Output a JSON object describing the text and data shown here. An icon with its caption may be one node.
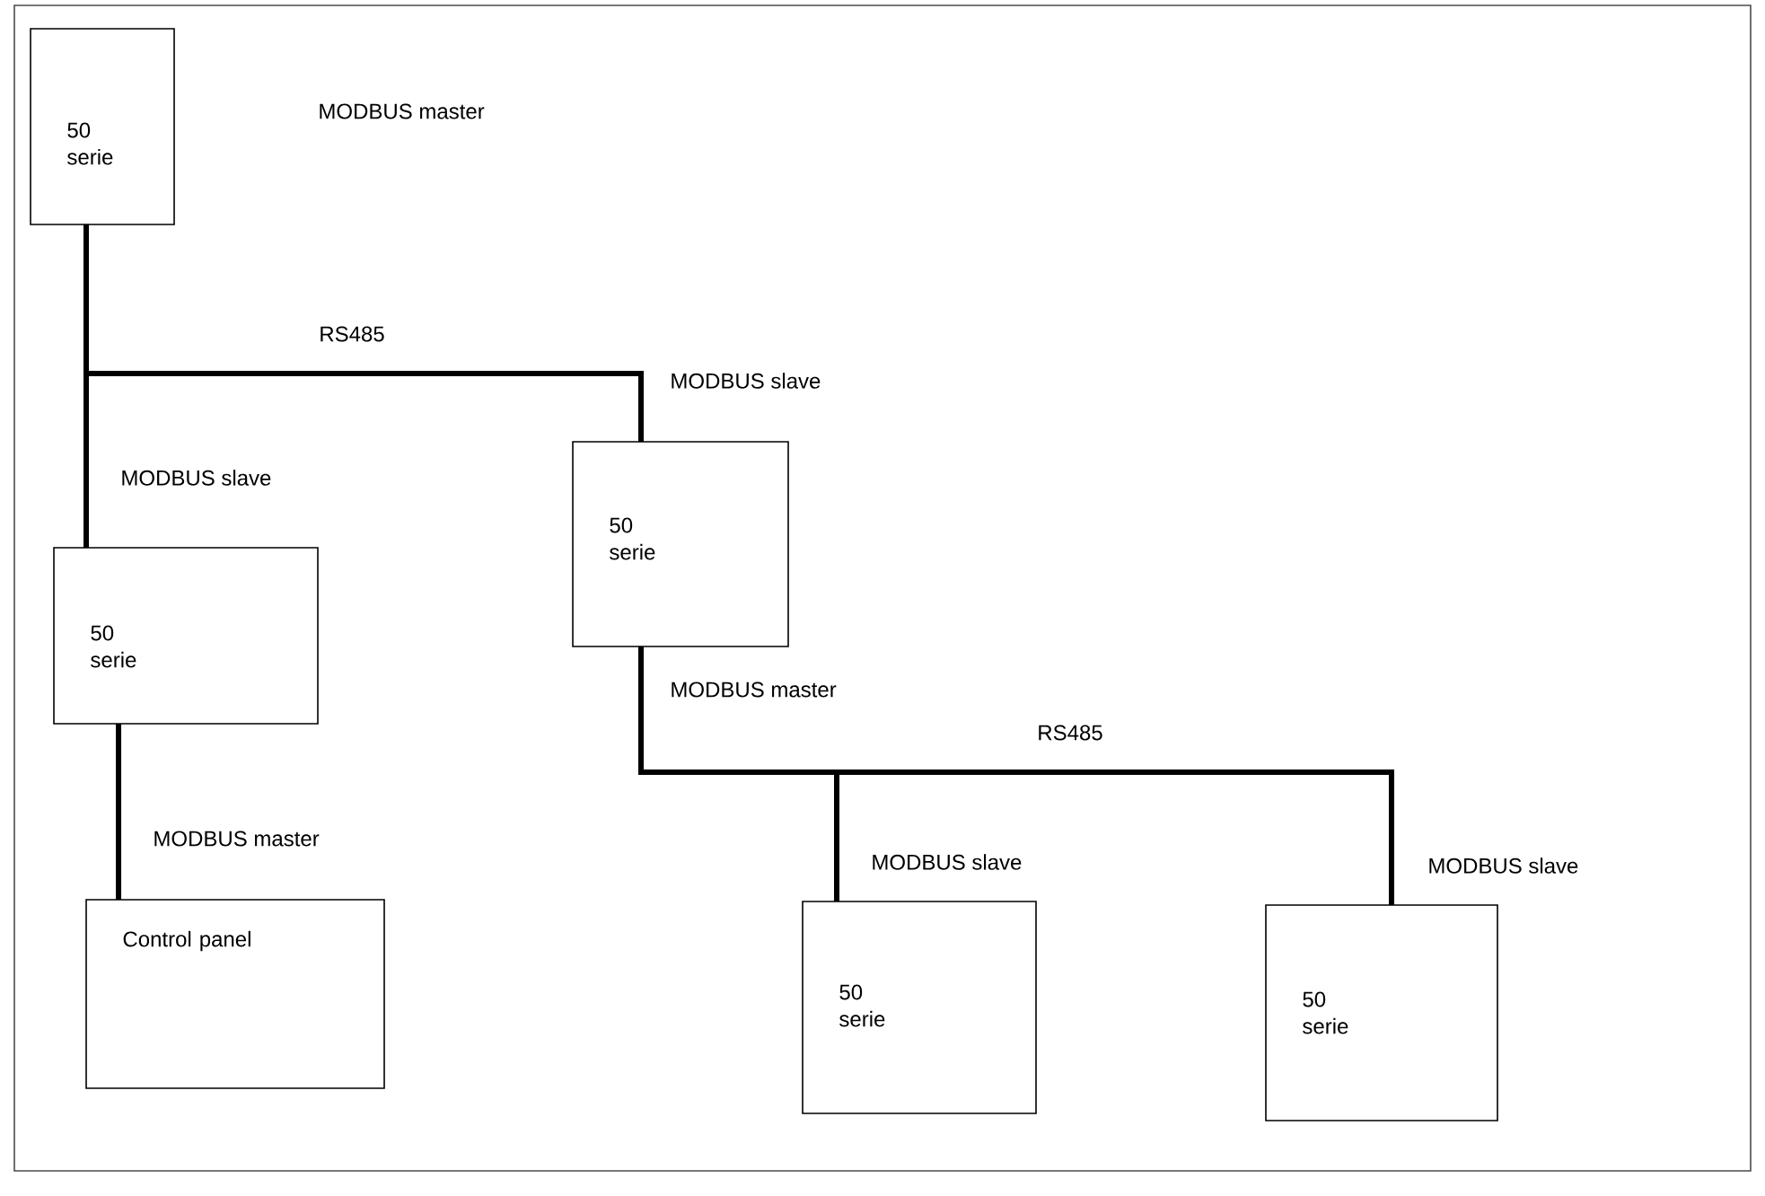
{
  "diagram": {
    "nodes": [
      {
        "text": [
          "50 serie"
        ]
      },
      {
        "text": [
          "50 serie"
        ],
        "beside": [
          "MODBUS slave"
        ]
      },
      {
        "text": [
          "50 serie"
        ],
        "beside": [
          "MODBUS slave",
          "MODBUS master"
        ]
      },
      {
        "text": [
          "Control panel"
        ],
        "beside": [
          "MODBUS master"
        ]
      },
      {
        "text": [
          "50 serie"
        ],
        "beside": [
          "MODBUS slave"
        ]
      },
      {
        "text": [
          "50 serie"
        ],
        "beside": [
          "MODBUS slave"
        ]
      }
    ],
    "edges": [
      {
        "from": 0,
        "to": 1,
        "arrow": "none"
      },
      {
        "from": 0,
        "to": 2,
        "arrow": "none",
        "label": "RS485"
      },
      {
        "from": 1,
        "to": 3,
        "arrow": "none"
      },
      {
        "from": 2,
        "to": 4,
        "arrow": "none"
      },
      {
        "from": 2,
        "to": 5,
        "arrow": "none",
        "label": "RS485"
      }
    ],
    "labels": [
      "MODBUS master"
    ]
  }
}
